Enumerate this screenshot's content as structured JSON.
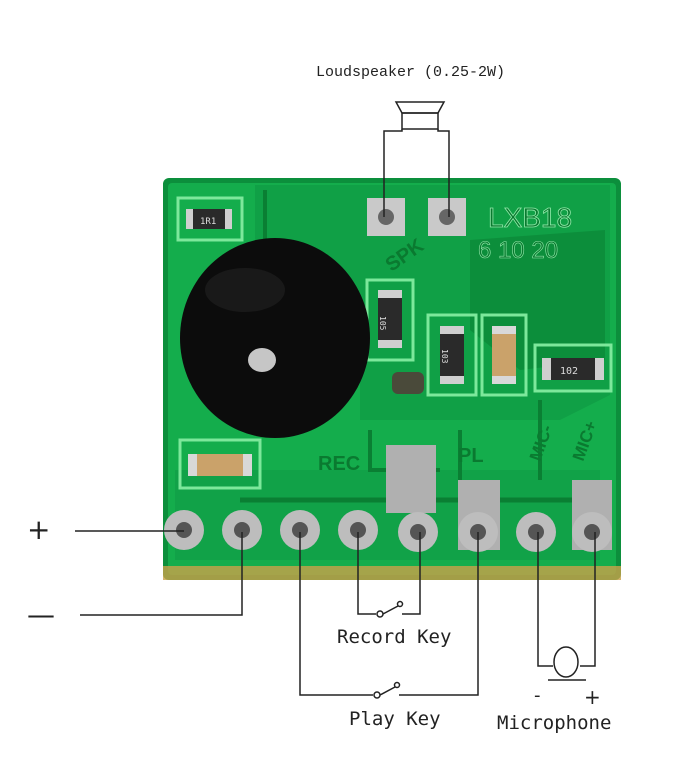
{
  "labels": {
    "speaker": "Loudspeaker (0.25-2W)",
    "record_key": "Record Key",
    "play_key": "Play Key",
    "microphone": "Microphone",
    "power_plus": "+",
    "power_minus": "—",
    "mic_minus": "-",
    "mic_plus": "+"
  },
  "board": {
    "model": "LXB18",
    "durations": "6 10 20",
    "silk_spk": "SPK",
    "silk_rec": "REC",
    "silk_pl": "PL",
    "silk_mic_minus": "MIC-",
    "silk_mic_plus": "MIC+",
    "resistor_codes": [
      "1R1",
      "103",
      "105",
      "102"
    ]
  },
  "colors": {
    "pcb": "#12a84a",
    "pcb_dark": "#0b8a39",
    "trace": "#19c257",
    "blob": "#0e0e0e",
    "pad": "#b8b8b8",
    "wire": "#222222"
  }
}
